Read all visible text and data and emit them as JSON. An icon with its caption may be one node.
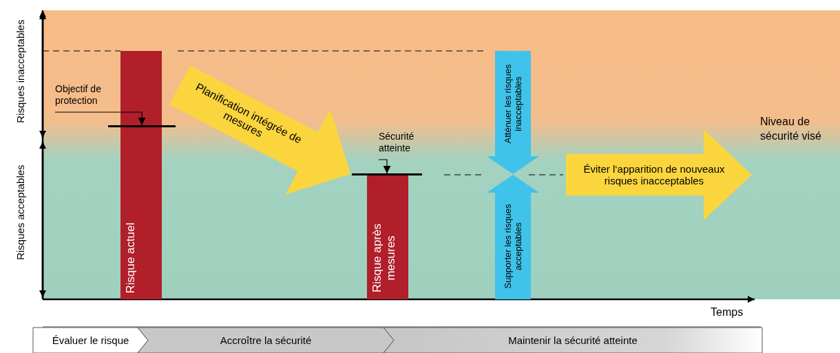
{
  "diagram": {
    "nodes": [
      {
        "text": [
          "Risque actuel"
        ]
      },
      {
        "text": [],
        "shape": "bar"
      },
      {
        "text": [
          "Objectif de protection"
        ]
      },
      {
        "text": [
          "Planification intégrée de mesures"
        ]
      },
      {
        "text": [
          "Risque après mesures"
        ]
      },
      {
        "text": [],
        "shape": "bar"
      },
      {
        "text": [
          "Sécurité atteinte"
        ]
      },
      {
        "text": [
          "Atténuer les risques inacceptables"
        ]
      },
      {
        "text": [
          "Supporter les risques acceptables"
        ]
      },
      {
        "text": [
          "Éviter l‘apparition de nouveaux risques inacceptables"
        ]
      },
      {
        "text": [
          "Évaluer le risque"
        ]
      },
      {
        "text": [
          "Accroître la sécurité"
        ]
      },
      {
        "text": [
          "Maintenir la sécurité atteinte"
        ]
      }
    ],
    "edges": [
      {
        "from": 2,
        "to": 1,
        "arrow": "to"
      },
      {
        "from": 6,
        "to": 5,
        "arrow": "to"
      }
    ],
    "labels": [
      "Risques inacceptables",
      "Risques acceptables",
      "Niveau de sécurité visé",
      "Temps"
    ]
  }
}
